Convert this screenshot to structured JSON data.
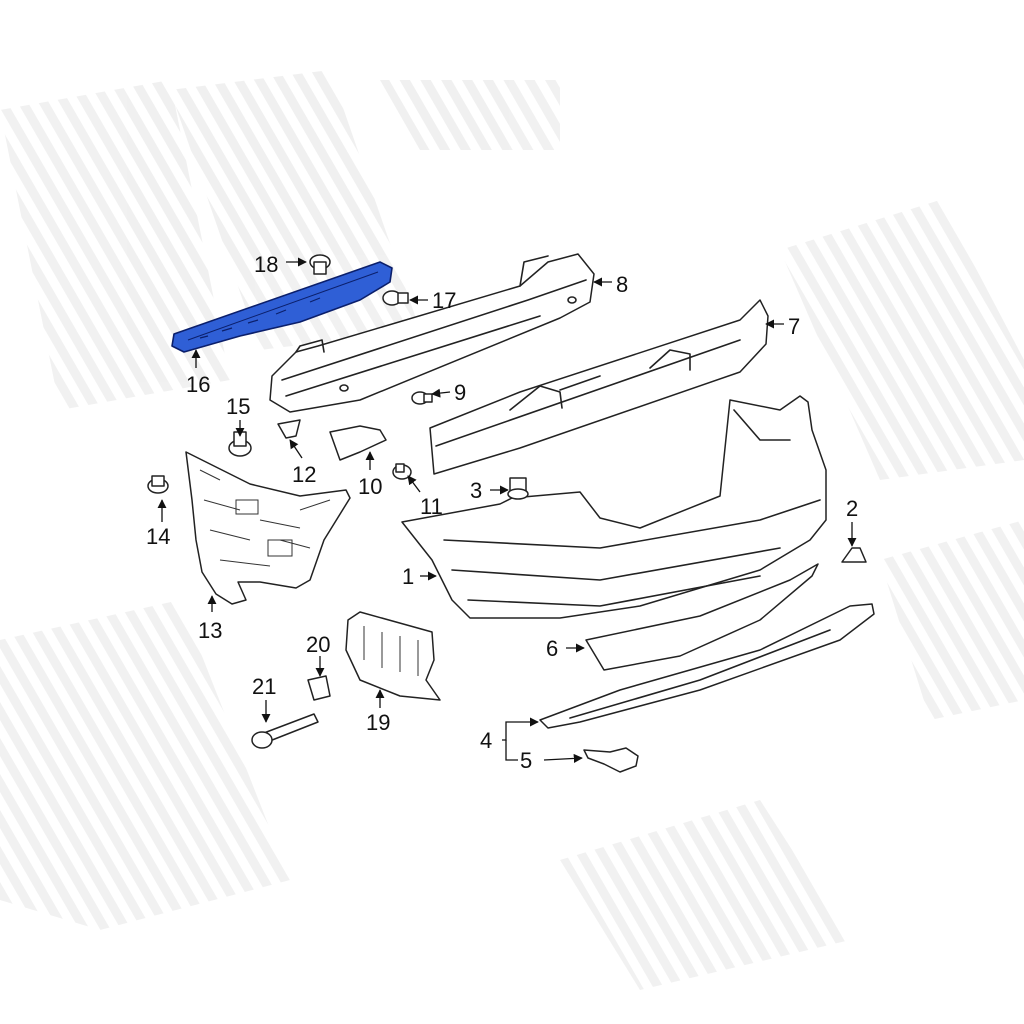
{
  "diagram": {
    "highlight_color": "#2f5fd6",
    "highlighted_part": "16",
    "callouts": [
      "1",
      "2",
      "3",
      "4",
      "5",
      "6",
      "7",
      "8",
      "9",
      "10",
      "11",
      "12",
      "13",
      "14",
      "15",
      "16",
      "17",
      "18",
      "19",
      "20",
      "21"
    ]
  }
}
